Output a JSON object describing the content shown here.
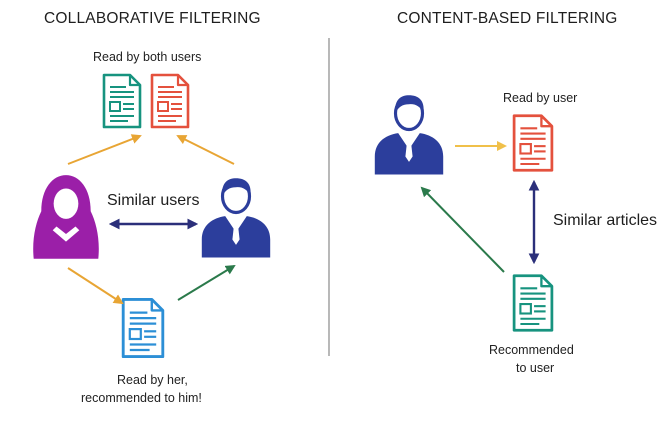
{
  "collaborative": {
    "title": "COLLABORATIVE FILTERING",
    "read_both_label": "Read by both users",
    "similar_users_label": "Similar users",
    "her_label_line1": "Read by her,",
    "her_label_line2": "recommended to him!"
  },
  "content_based": {
    "title": "CONTENT-BASED FILTERING",
    "read_by_user_label": "Read by user",
    "similar_articles_label": "Similar articles",
    "recommended_line1": "Recommended",
    "recommended_line2": "to user"
  },
  "colors": {
    "teal_doc": "#17937f",
    "red_doc": "#e4513d",
    "blue_doc": "#2c8fd6",
    "female_user": "#9b1fa8",
    "male_user": "#2c3e9c",
    "orange_arrow": "#e8a534",
    "green_arrow": "#2b7a4b",
    "navy_arrow": "#2b2f7a",
    "yellow_arrow": "#f0c04a",
    "divider": "#8a8a8a"
  },
  "icons": [
    "document-icon",
    "female-user-icon",
    "male-user-icon"
  ]
}
